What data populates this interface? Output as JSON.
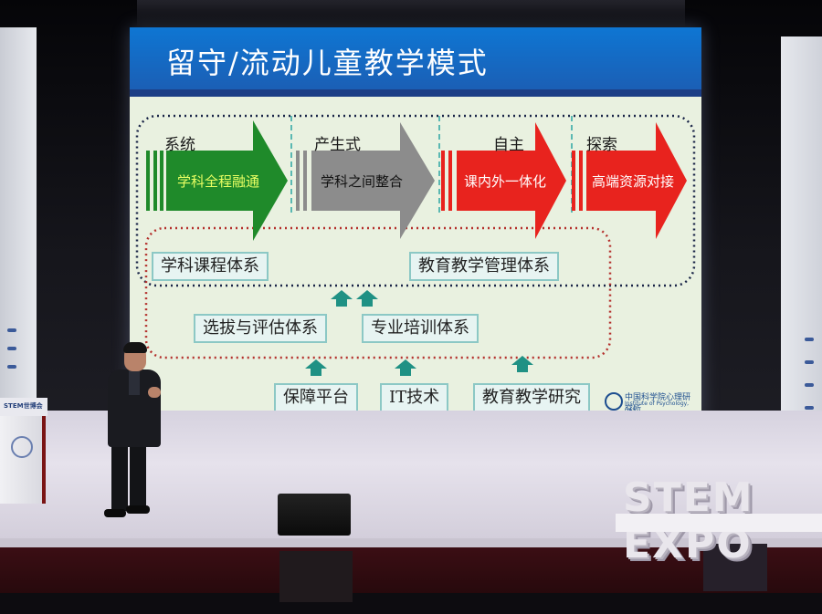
{
  "slide": {
    "title": "留守/流动儿童教学模式",
    "colors": {
      "title_bar": "#1263c2",
      "green": "#1f8a2a",
      "grey": "#8c8c8c",
      "red": "#e8231e",
      "teal_box": "#8cc8c5",
      "teal_arrow": "#1f9184"
    },
    "stages": [
      {
        "heading": "系统",
        "text": "学科全程融通",
        "color": "green"
      },
      {
        "heading": "产生式",
        "text": "学科之间整合",
        "color": "grey"
      },
      {
        "heading": "自主",
        "text": "课内外一体化",
        "color": "red"
      },
      {
        "heading": "探索",
        "text": "高端资源对接",
        "color": "red"
      }
    ],
    "systems": {
      "subject_curriculum": "学科课程体系",
      "teaching_management": "教育教学管理体系",
      "selection_evaluation": "选拔与评估体系",
      "professional_training": "专业培训体系"
    },
    "foundations": [
      "保障平台",
      "IT技术",
      "教育教学研究"
    ],
    "logo_text": "中国科学院心理研究所",
    "logo_subtext": "Institute of Psychology, CAS"
  },
  "venue": {
    "podium_sign": "STEM世博会",
    "expo_sign": "STEM EXPO"
  }
}
